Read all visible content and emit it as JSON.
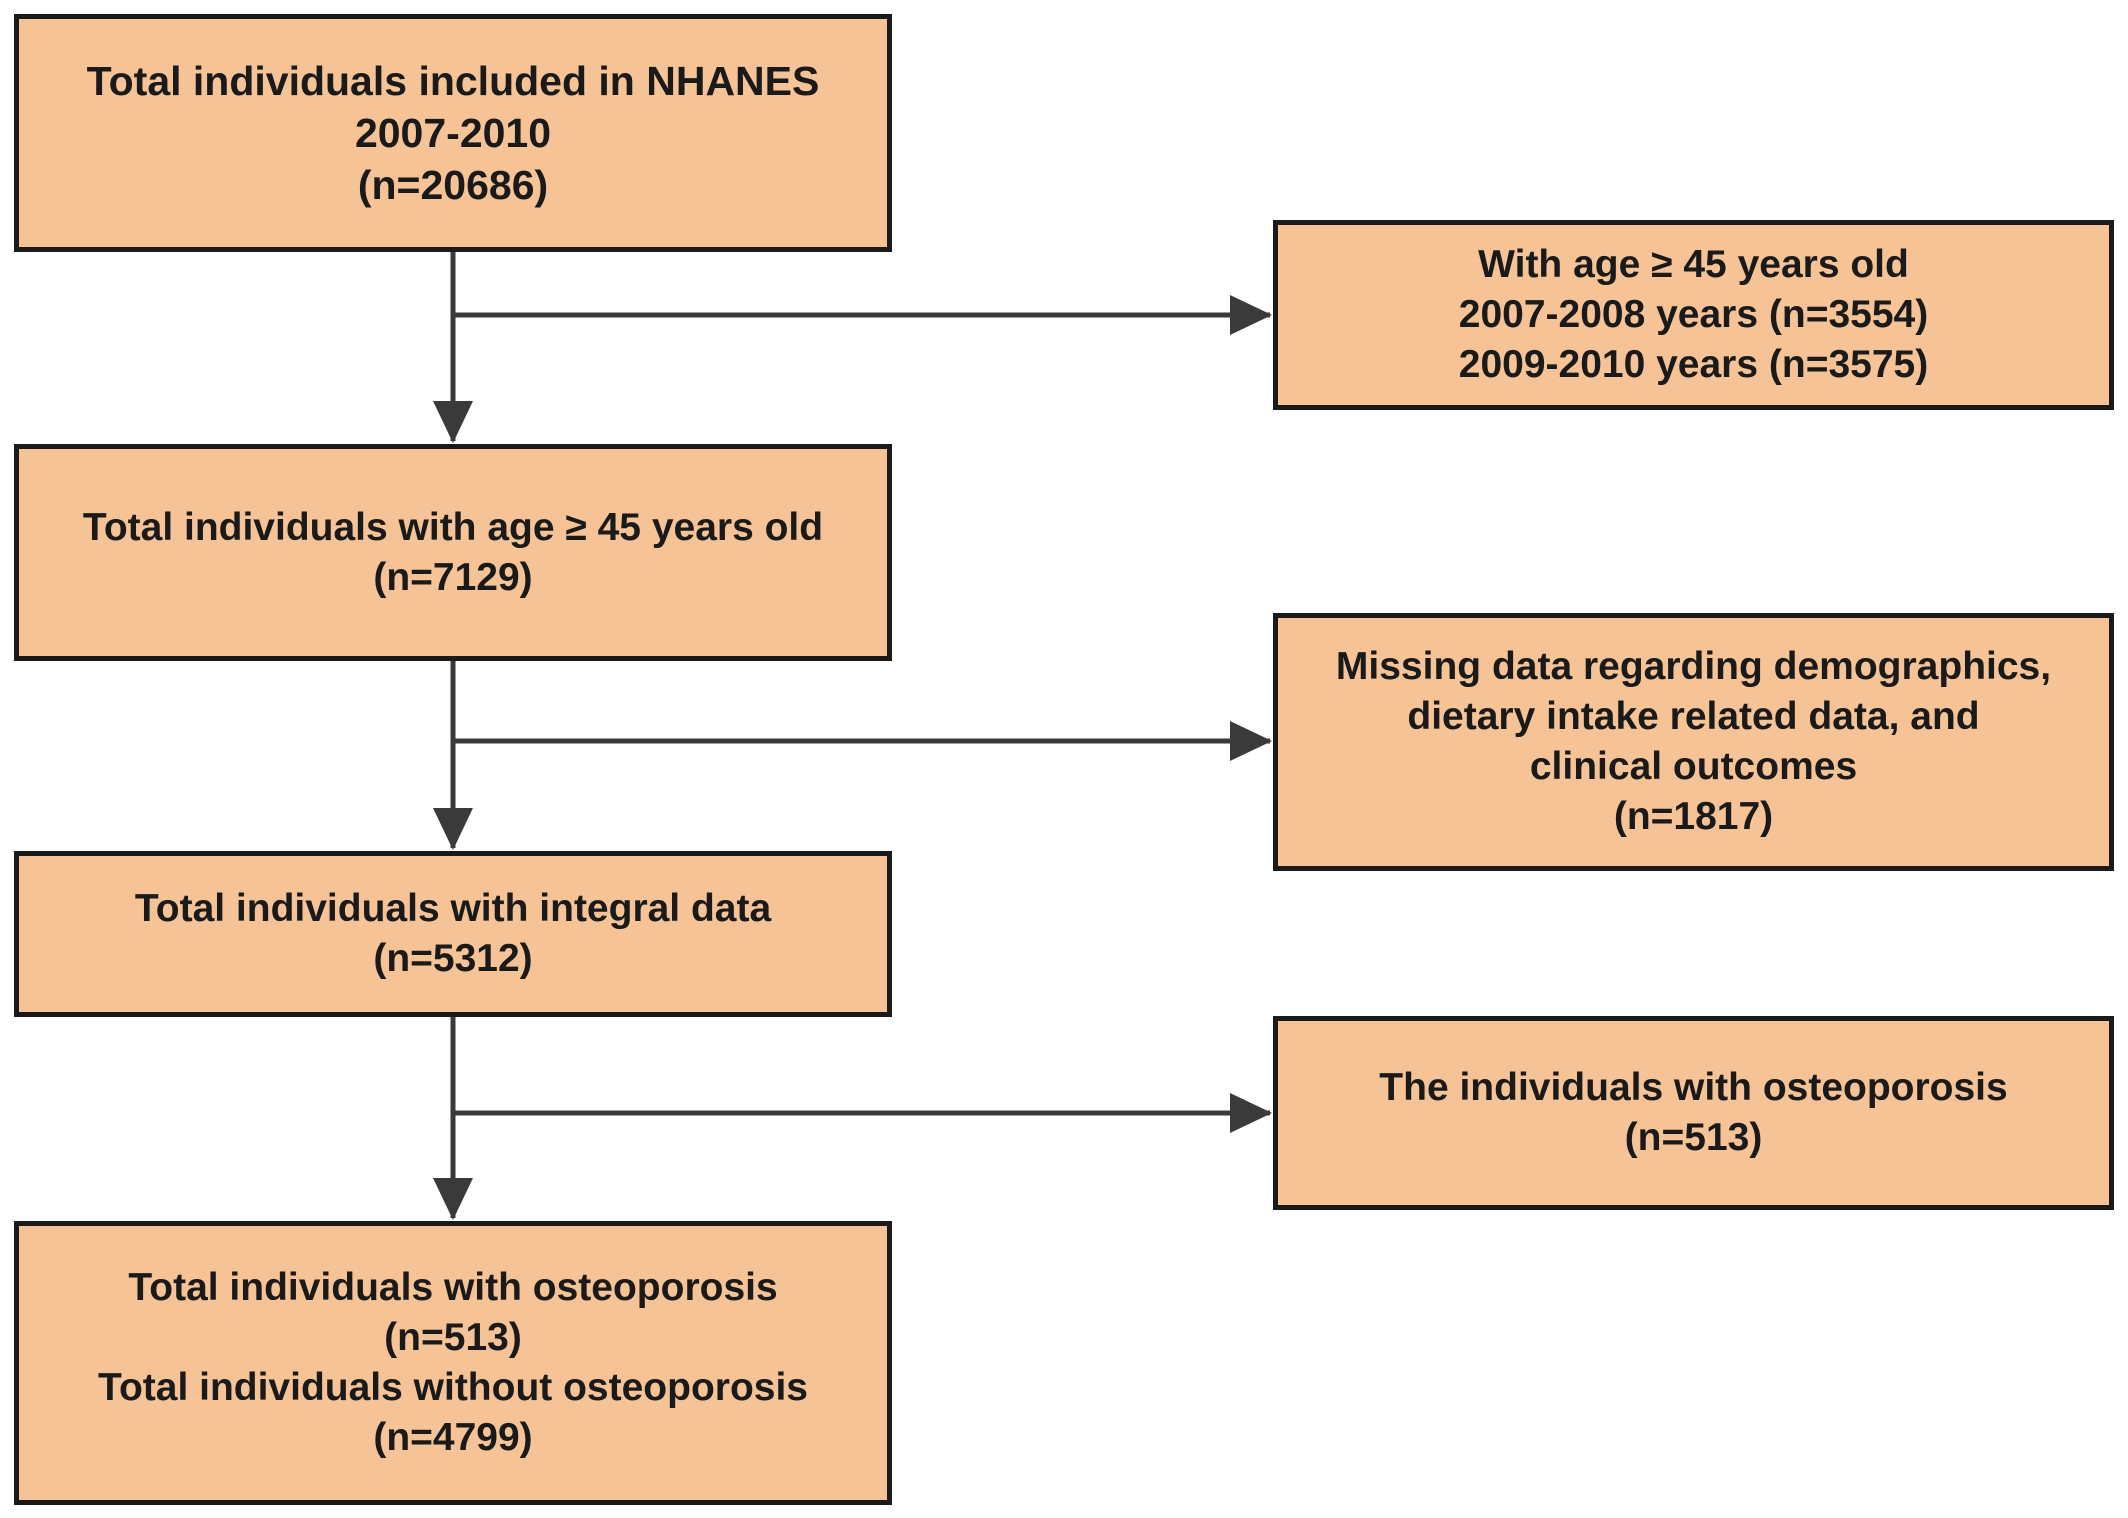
{
  "colors": {
    "box_fill": "#f5c395",
    "border": "#1a1a1a",
    "arrow": "#3a3a3a"
  },
  "boxes": {
    "total_nhanes": {
      "line1": "Total individuals included in NHANES",
      "line2": "2007-2010",
      "line3": "(n=20686)"
    },
    "age_breakdown": {
      "line1": "With age ≥ 45 years old",
      "line2": "2007-2008 years (n=3554)",
      "line3": "2009-2010 years (n=3575)"
    },
    "age_45_total": {
      "line1": "Total individuals with age ≥ 45 years old",
      "line2": "(n=7129)"
    },
    "missing_data": {
      "line1": "Missing data regarding demographics,",
      "line2": "dietary intake related data, and",
      "line3": "clinical outcomes",
      "line4": "(n=1817)"
    },
    "integral_data": {
      "line1": "Total individuals with integral data",
      "line2": "(n=5312)"
    },
    "osteoporosis_branch": {
      "line1": "The individuals with osteoporosis",
      "line2": "(n=513)"
    },
    "final_outcome": {
      "line1": "Total individuals with osteoporosis",
      "line2": "(n=513)",
      "line3": "Total individuals without osteoporosis",
      "line4": "(n=4799)"
    }
  }
}
